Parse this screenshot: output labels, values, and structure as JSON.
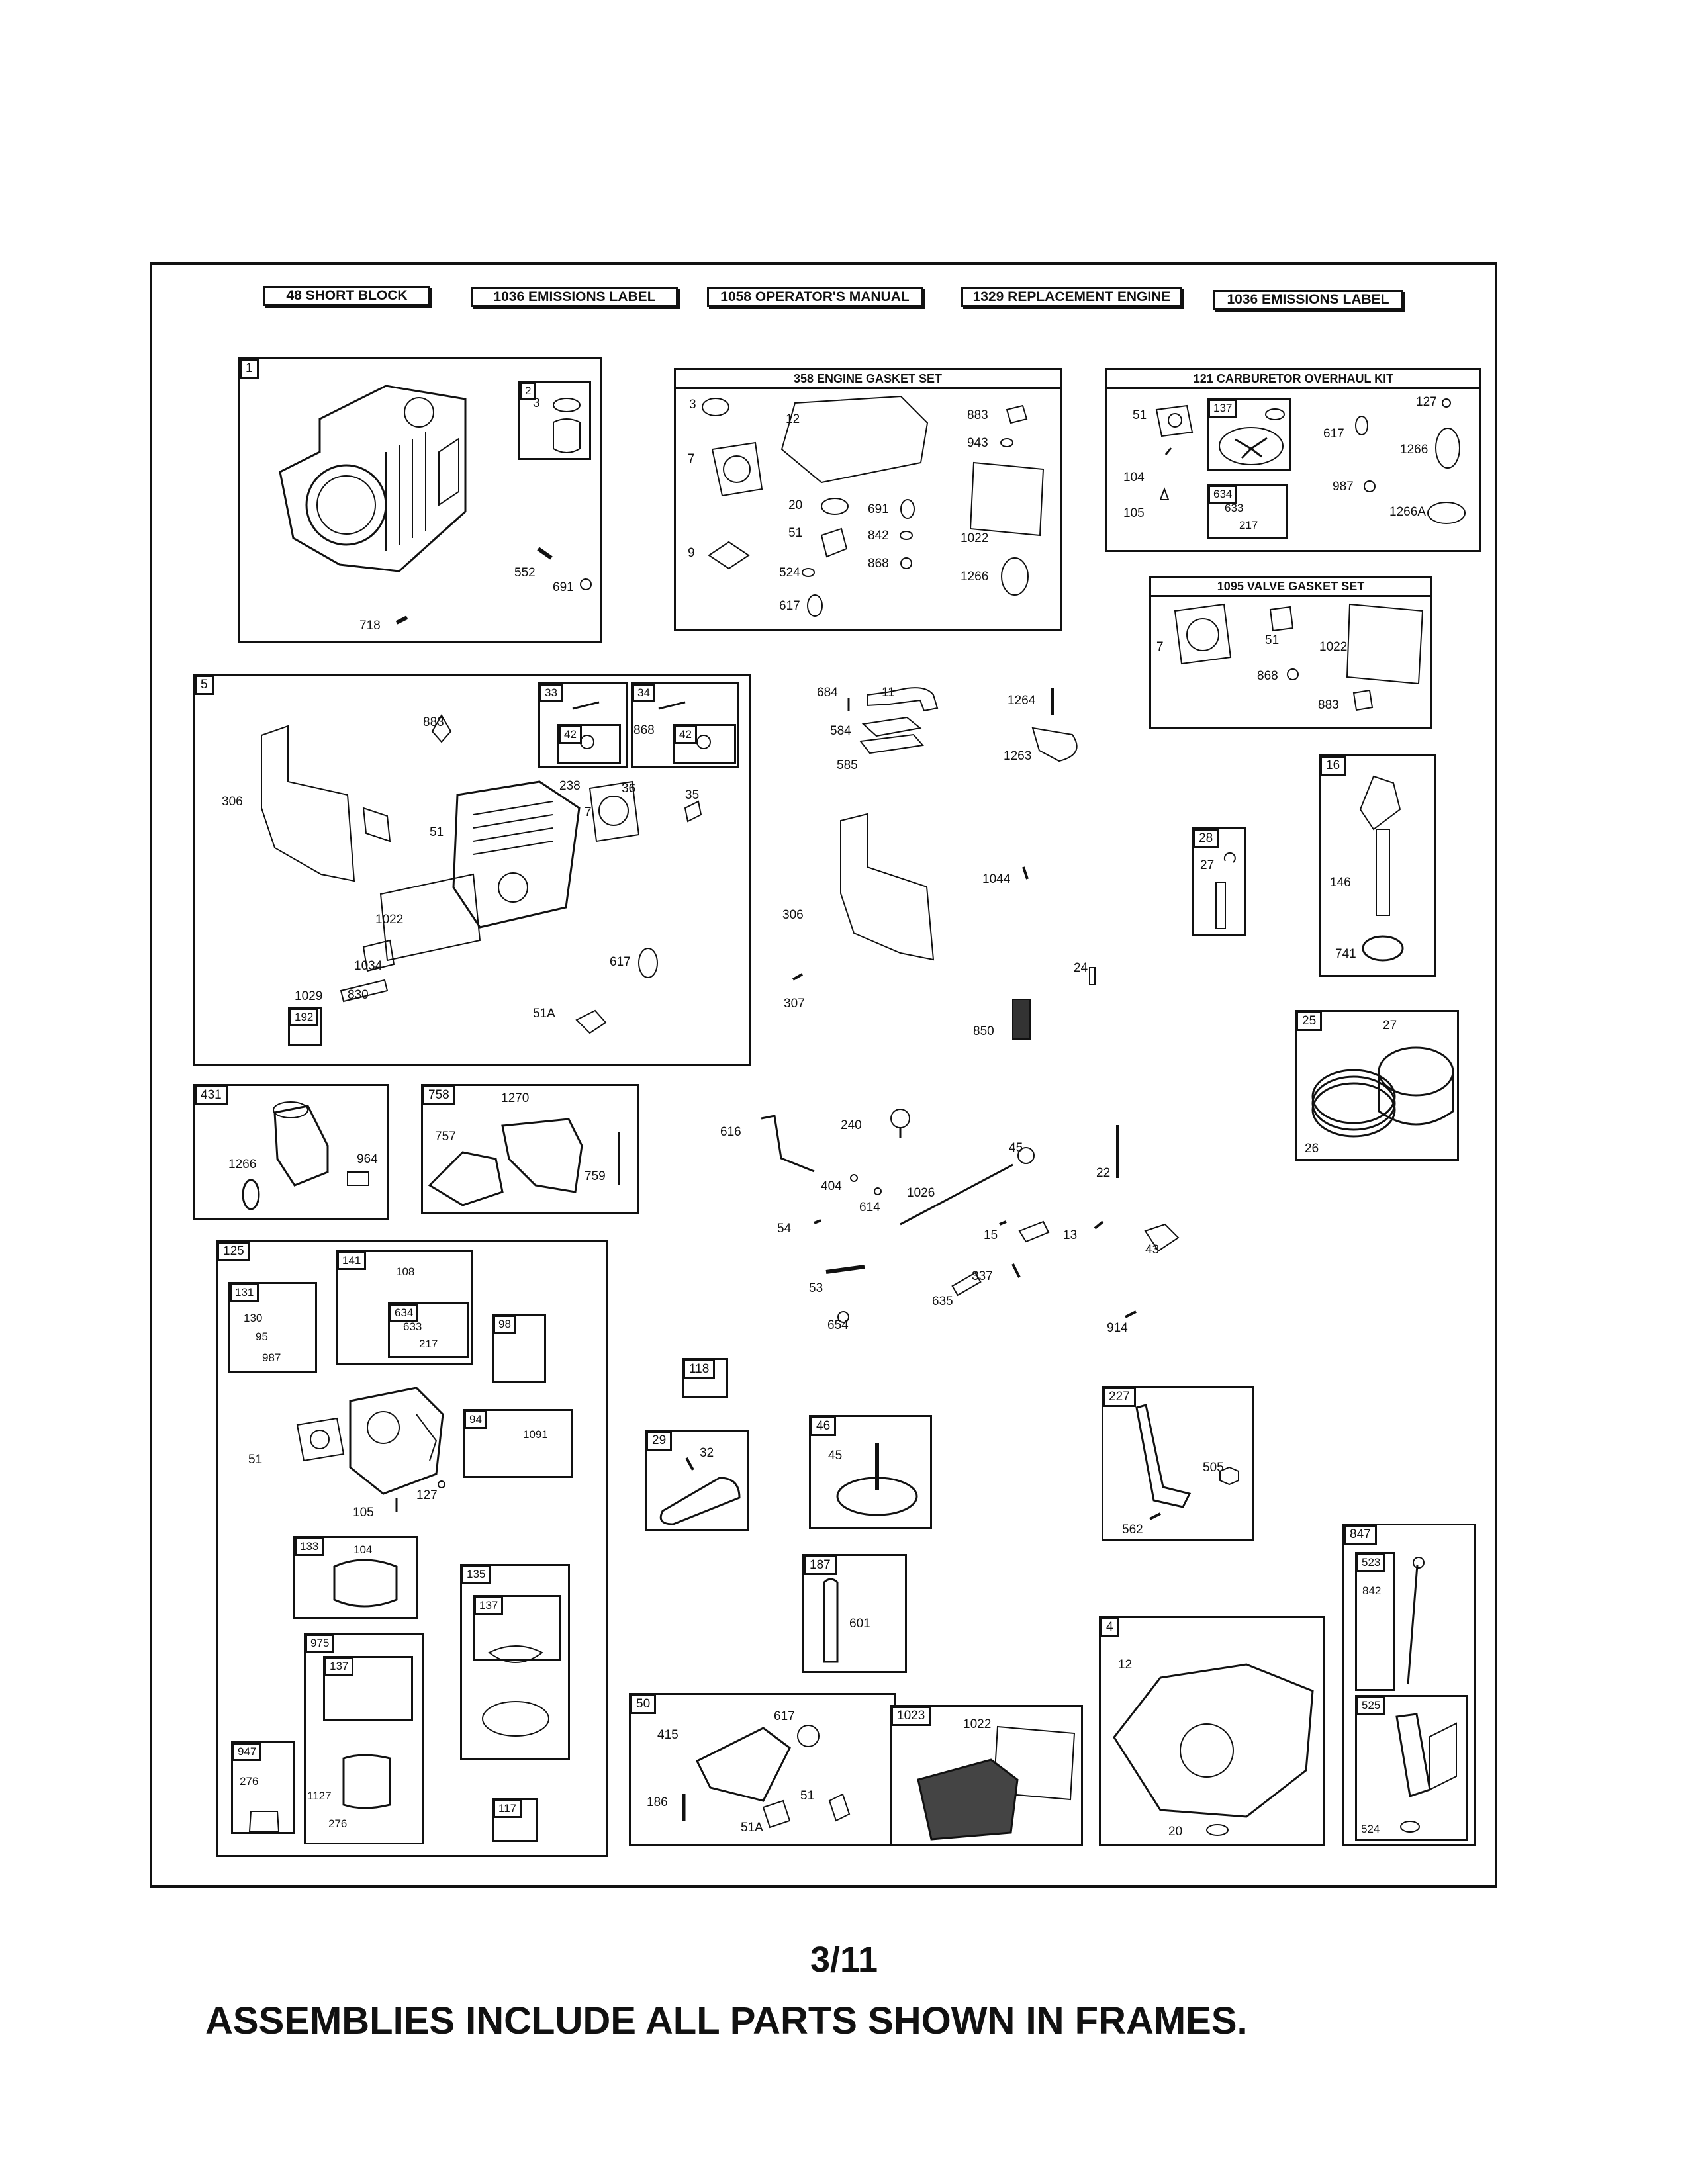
{
  "header_labels": [
    "48 SHORT BLOCK",
    "1036 EMISSIONS LABEL",
    "1058 OPERATOR'S MANUAL",
    "1329 REPLACEMENT ENGINE",
    "1036 EMISSIONS LABEL"
  ],
  "kit_titles": {
    "engine_gasket_set": "358 ENGINE GASKET SET",
    "carburetor_kit": "121 CARBURETOR OVERHAUL KIT",
    "valve_gasket_set": "1095 VALVE GASKET SET"
  },
  "frame_numbers": {
    "f1": "1",
    "f2": "2",
    "f5": "5",
    "f33": "33",
    "f34": "34",
    "f42a": "42",
    "f42b": "42",
    "f192": "192",
    "f16": "16",
    "f28": "28",
    "f25": "25",
    "f431": "431",
    "f758": "758",
    "f125": "125",
    "f131": "131",
    "f141": "141",
    "f634a": "634",
    "f98": "98",
    "f94": "94",
    "f133": "133",
    "f135": "135",
    "f137a": "137",
    "f975": "975",
    "f137b": "137",
    "f947": "947",
    "f117": "117",
    "f118": "118",
    "f29": "29",
    "f46": "46",
    "f187": "187",
    "f50": "50",
    "f1023": "1023",
    "f227": "227",
    "f4": "4",
    "f847": "847",
    "f523": "523",
    "f525": "525",
    "f137c": "137",
    "f634b": "634"
  },
  "part_labels": {
    "p3a": "3",
    "p552": "552",
    "p691a": "691",
    "p718": "718",
    "p3b": "3",
    "p12a": "12",
    "p7a": "7",
    "p9": "9",
    "p20a": "20",
    "p51a": "51",
    "p524a": "524",
    "p617a": "617",
    "p691b": "691",
    "p842a": "842",
    "p868a": "868",
    "p883a": "883",
    "p943": "943",
    "p1022a": "1022",
    "p1266a": "1266",
    "p51b": "51",
    "p104a": "104",
    "p105a": "105",
    "p633a": "633",
    "p217a": "217",
    "p617b": "617",
    "p987a": "987",
    "p127a": "127",
    "p1266b": "1266",
    "p1266A": "1266A",
    "p7b": "7",
    "p51c": "51",
    "p868b": "868",
    "p1022b": "1022",
    "p883b": "883",
    "p883c": "883",
    "p306a": "306",
    "p868c": "868",
    "p238": "238",
    "p36": "36",
    "p35": "35",
    "p7c": "7",
    "p51d": "51",
    "p1022c": "1022",
    "p1034": "1034",
    "p1029": "1029",
    "p830": "830",
    "p617c": "617",
    "p51A": "51A",
    "p684": "684",
    "p11": "11",
    "p584": "584",
    "p585": "585",
    "p1264": "1264",
    "p1263": "1263",
    "p306b": "306",
    "p307": "307",
    "p1044": "1044",
    "p24": "24",
    "p850": "850",
    "p27a": "27",
    "p146": "146",
    "p741": "741",
    "p27b": "27",
    "p26": "26",
    "p1266c": "1266",
    "p964": "964",
    "p1270": "1270",
    "p757": "757",
    "p759": "759",
    "p616": "616",
    "p240": "240",
    "p404": "404",
    "p614": "614",
    "p1026": "1026",
    "p45a": "45",
    "p22": "22",
    "p54": "54",
    "p15": "15",
    "p13": "13",
    "p43": "43",
    "p53": "53",
    "p337": "337",
    "p635": "635",
    "p654": "654",
    "p914": "914",
    "p108": "108",
    "p130": "130",
    "p95": "95",
    "p987b": "987",
    "p633b": "633",
    "p217b": "217",
    "p51e": "51",
    "p127b": "127",
    "p105b": "105",
    "p1091": "1091",
    "p104b": "104",
    "p276a": "276",
    "p1127": "1127",
    "p276b": "276",
    "p32": "32",
    "p45b": "45",
    "p505": "505",
    "p562": "562",
    "p601": "601",
    "p415": "415",
    "p617d": "617",
    "p186": "186",
    "p51f": "51",
    "p51Ab": "51A",
    "p1022d": "1022",
    "p12b": "12",
    "p20b": "20",
    "p842b": "842",
    "p524b": "524"
  },
  "page_number": "3/11",
  "footer_note": "ASSEMBLIES INCLUDE ALL PARTS SHOWN IN FRAMES."
}
